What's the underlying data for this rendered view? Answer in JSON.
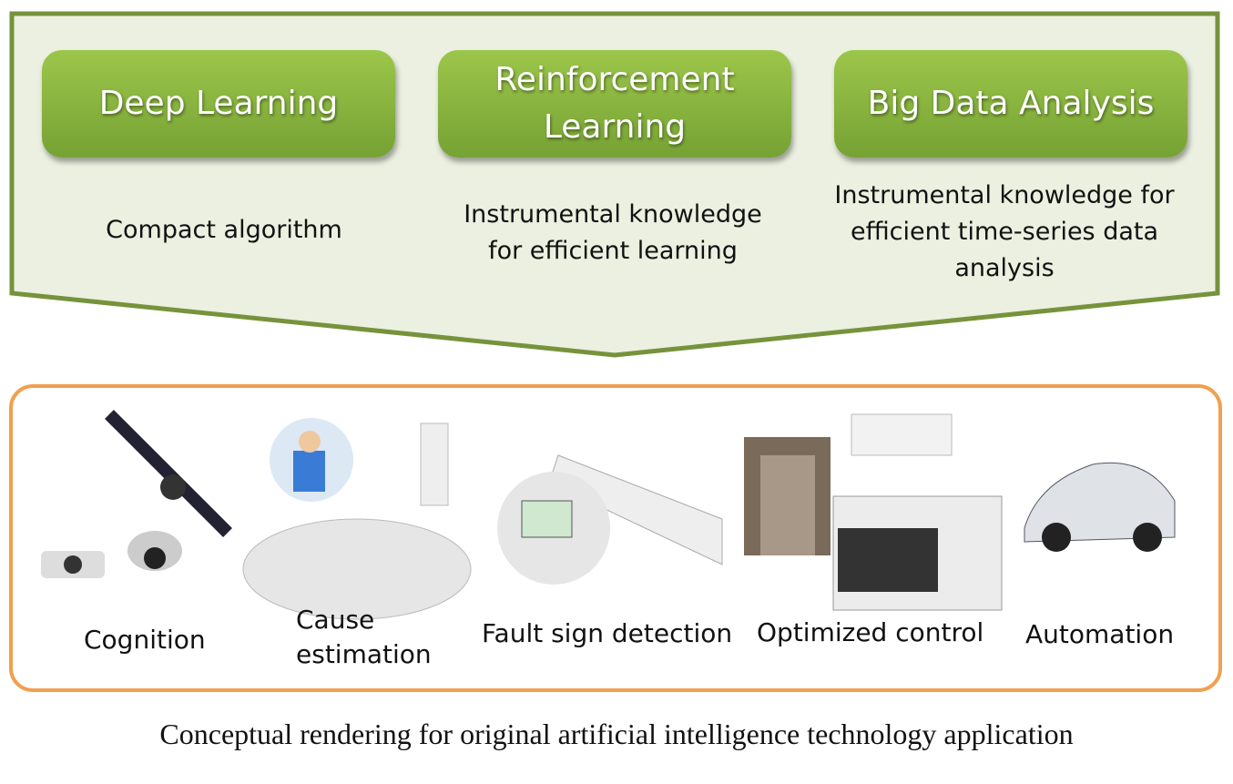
{
  "techniques": [
    {
      "title": "Deep Learning",
      "description": "Compact algorithm"
    },
    {
      "title": "Reinforcement Learning",
      "description": "Instrumental knowledge for efficient learning"
    },
    {
      "title": "Big Data Analysis",
      "description": "Instrumental knowledge for efficient time-series data analysis"
    }
  ],
  "applications": [
    "Cognition",
    "Cause estimation",
    "Fault sign detection",
    "Optimized control",
    "Automation"
  ],
  "caption": "Conceptual rendering for original artificial intelligence technology application",
  "colors": {
    "arrow_fill": "#ebf0e0",
    "arrow_border": "#76933c",
    "pill": "#8cb840",
    "apps_border": "#f0a050"
  }
}
